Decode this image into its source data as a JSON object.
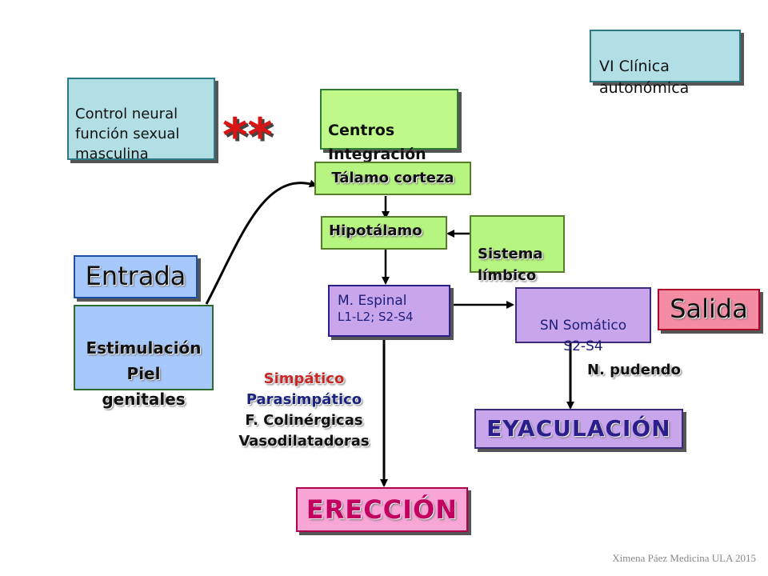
{
  "title_box": "VI Clínica\n       autonómica",
  "control_box": "Control neural\nfunción sexual\nmasculina",
  "stars": "**",
  "centros": "Centros\nIntegración",
  "talamo": "Tálamo corteza",
  "hipotalamo": "Hipotálamo",
  "sistema": "Sistema\nlímbico",
  "espinal_1": "M. Espinal",
  "espinal_2": "L1-L2; S2-S4",
  "somatico": "SN Somático\nS2-S4",
  "salida": "Salida",
  "entrada": "Entrada",
  "estimulacion": "Estimulación\nPiel\ngenitales",
  "simpatico": "Simpático",
  "parasimpatico": "Parasimpático",
  "colinergicas": "F. Colinérgicas",
  "vasodilatadoras": "Vasodilatadoras",
  "pudendo": "N. pudendo",
  "eyaculacion": "EYACULACIÓN",
  "ereccion": "ERECCIÓN",
  "footer": "Ximena Páez Medicina ULA 2015"
}
